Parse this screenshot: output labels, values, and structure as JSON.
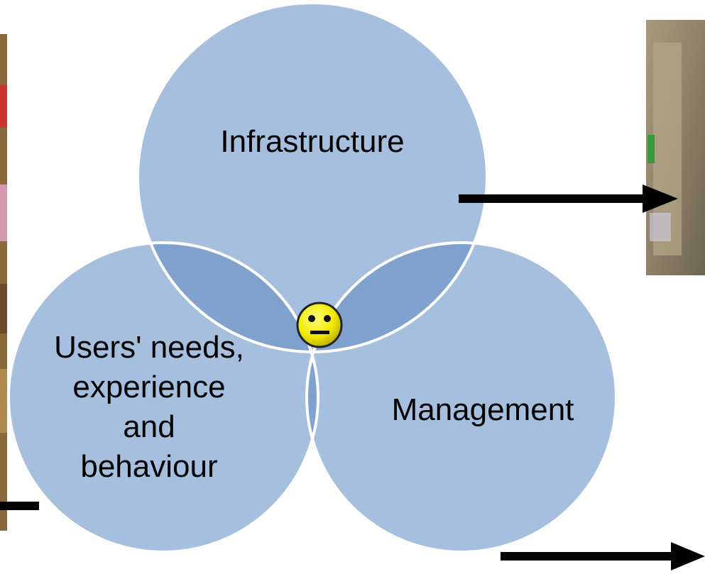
{
  "diagram": {
    "circles": [
      {
        "id": "infrastructure",
        "label": "Infrastructure"
      },
      {
        "id": "users",
        "label_lines": [
          "Users' needs,",
          "experience",
          "and",
          "behaviour"
        ]
      },
      {
        "id": "management",
        "label": "Management"
      }
    ],
    "center_icon": "smiley-face-icon",
    "colors": {
      "circle_fill": "#a7bfde",
      "overlap_fill": "#7ea1cd",
      "center_fill": "#6f93c4",
      "circle_stroke": "#ffffff",
      "arrow": "#000000",
      "smiley": "#f2ea00"
    }
  },
  "side_images": [
    {
      "id": "left-photo",
      "description_icon": "photo-strip"
    },
    {
      "id": "right-photo",
      "description_icon": "toilet-photo"
    }
  ]
}
